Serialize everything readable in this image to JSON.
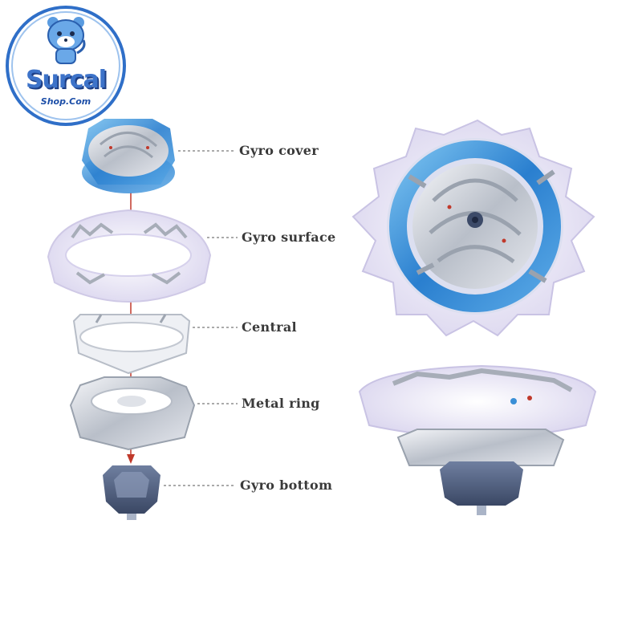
{
  "logo": {
    "title": "Surcal",
    "subtitle": "Shop.Com"
  },
  "parts": [
    {
      "label": "Gyro cover"
    },
    {
      "label": "Gyro surface"
    },
    {
      "label": "Central"
    },
    {
      "label": "Metal ring"
    },
    {
      "label": "Gyro bottom"
    }
  ],
  "colors": {
    "accent_blue": "#3a8fd6",
    "silver": "#c9ced6",
    "translucent_white": "#e9e6f5",
    "axis_red": "#c0392b",
    "label_text": "#3a3a3a"
  },
  "icons": {
    "logo": "tiger-mascot-icon"
  }
}
